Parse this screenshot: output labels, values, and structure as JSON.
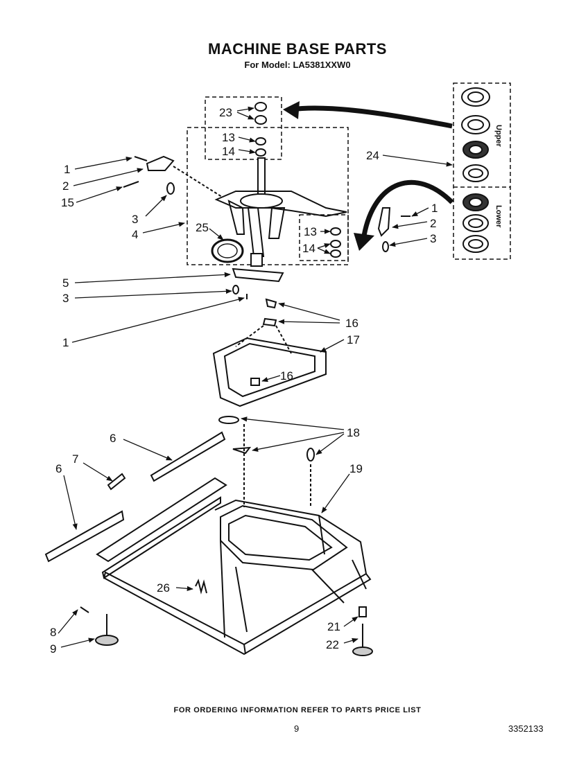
{
  "header": {
    "title": "MACHINE BASE PARTS",
    "subtitle": "For Model: LA5381XXW0"
  },
  "legend": {
    "upper": "Upper",
    "lower": "Lower"
  },
  "callouts": {
    "c23": "23",
    "c13a": "13",
    "c14a": "14",
    "c24": "24",
    "c1a": "1",
    "c2a": "2",
    "c15": "15",
    "c3a": "3",
    "c4": "4",
    "c25": "25",
    "c1b": "1",
    "c2b": "2",
    "c3b": "3",
    "c13b": "13",
    "c14b": "14",
    "c5": "5",
    "c3c": "3",
    "c1c": "1",
    "c16a": "16",
    "c17": "17",
    "c16b": "16",
    "c6a": "6",
    "c7": "7",
    "c6b": "6",
    "c18": "18",
    "c19": "19",
    "c26": "26",
    "c8": "8",
    "c9": "9",
    "c21": "21",
    "c22": "22"
  },
  "footer": {
    "ordering_note": "FOR ORDERING INFORMATION REFER TO PARTS PRICE LIST",
    "page_number": "9",
    "document_number": "3352133"
  }
}
